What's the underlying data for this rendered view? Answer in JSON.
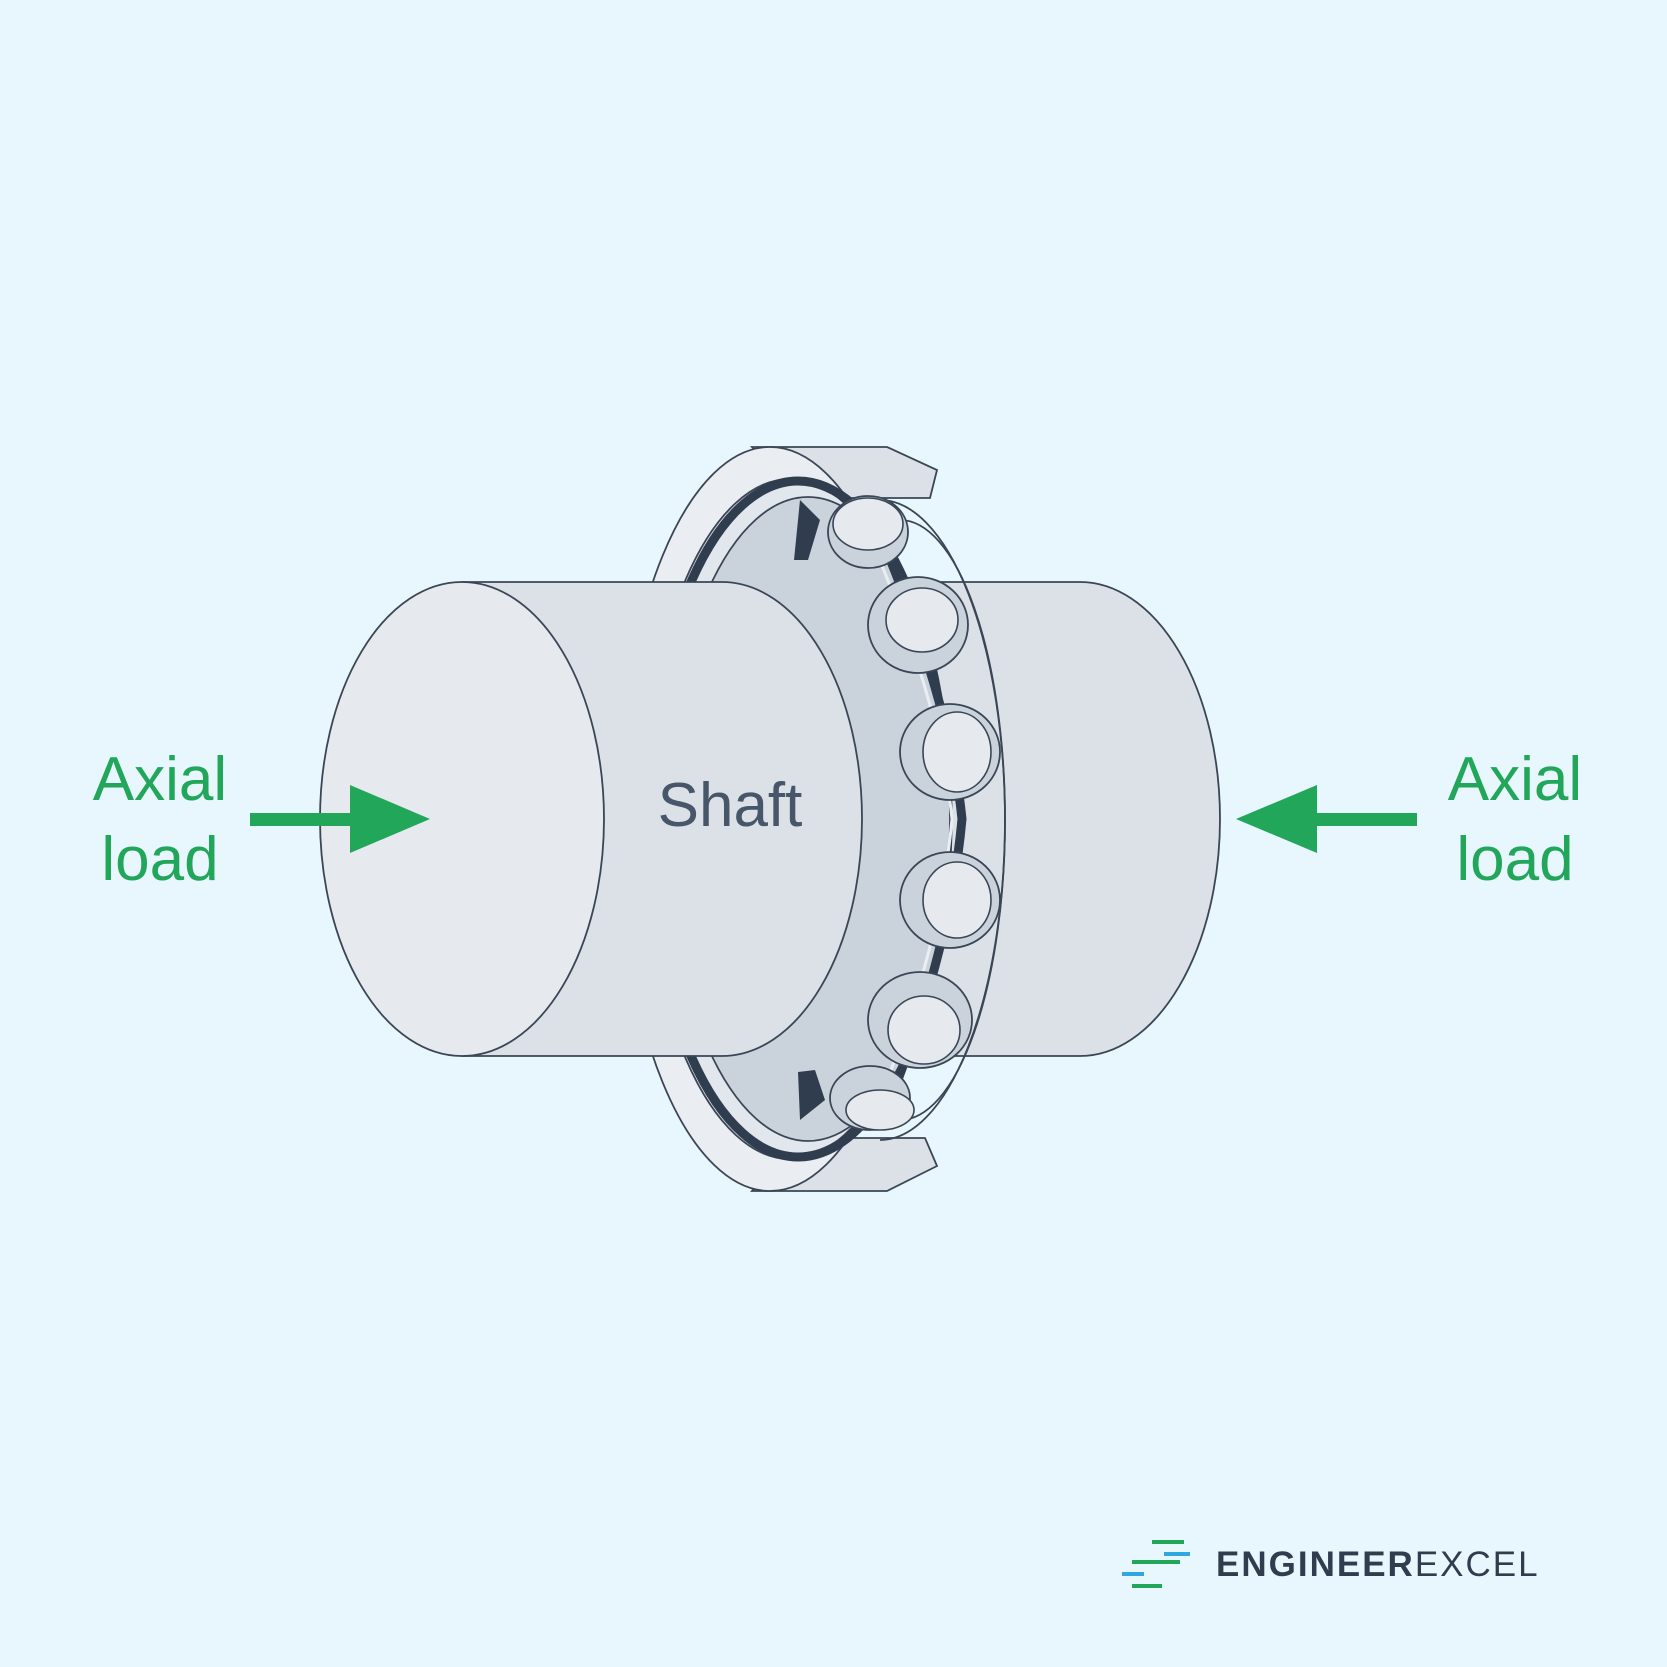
{
  "labels": {
    "left_load_line1": "Axial",
    "left_load_line2": "load",
    "right_load_line1": "Axial",
    "right_load_line2": "load",
    "shaft": "Shaft"
  },
  "brand": {
    "name_part1": "ENGINEER",
    "name_part2": "EXCEL"
  },
  "colors": {
    "background": "#e8f6fd",
    "arrow": "#22a65a",
    "outline": "#3a4656",
    "shaft_face": "#e6eaef",
    "shaft_body": "#dce1e8",
    "bearing_race": "#cad3dc",
    "dark_ring": "#2f3d4f"
  }
}
